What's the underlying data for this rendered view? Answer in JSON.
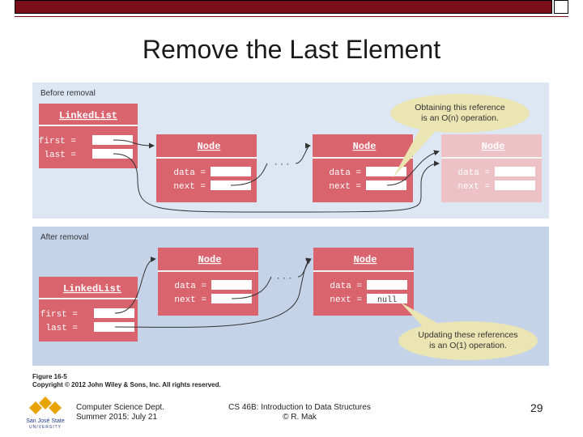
{
  "slide": {
    "title": "Remove the Last Element",
    "page_number": "29",
    "footer_left_line1": "Computer Science Dept.",
    "footer_left_line2": "Summer 2015: July 21",
    "footer_mid_line1": "CS 46B: Introduction to Data Structures",
    "footer_mid_line2": "© R. Mak",
    "logo_text_line1": "San José State",
    "logo_text_line2": "UNIVERSITY",
    "accent_color": "#7a0f1a"
  },
  "figure": {
    "before": {
      "panel_label": "Before removal",
      "linkedlist_title": "LinkedList",
      "first_label": "first =",
      "last_label": "last =",
      "node_title": "Node",
      "data_label": "data =",
      "next_label": "next =",
      "ellipsis": "· · ·",
      "callout_line1": "Obtaining this reference",
      "callout_line2": "is an O(n) operation."
    },
    "after": {
      "panel_label": "After removal",
      "linkedlist_title": "LinkedList",
      "first_label": "first =",
      "last_label": "last =",
      "node_title": "Node",
      "data_label": "data =",
      "next_label": "next =",
      "null_value": "null",
      "ellipsis": "· · ·",
      "callout_line1": "Updating these references",
      "callout_line2": "is an O(1) operation."
    },
    "caption_title": "Figure 16-5",
    "caption_copyright": "Copyright © 2012 John Wiley & Sons, Inc. All rights reserved.",
    "colors": {
      "top_panel": "#dde6f3",
      "bottom_panel": "#c5d3e9",
      "box_red": "#d9646e",
      "box_faded": "#ecc2c6",
      "callout": "#ebe5b3"
    }
  }
}
